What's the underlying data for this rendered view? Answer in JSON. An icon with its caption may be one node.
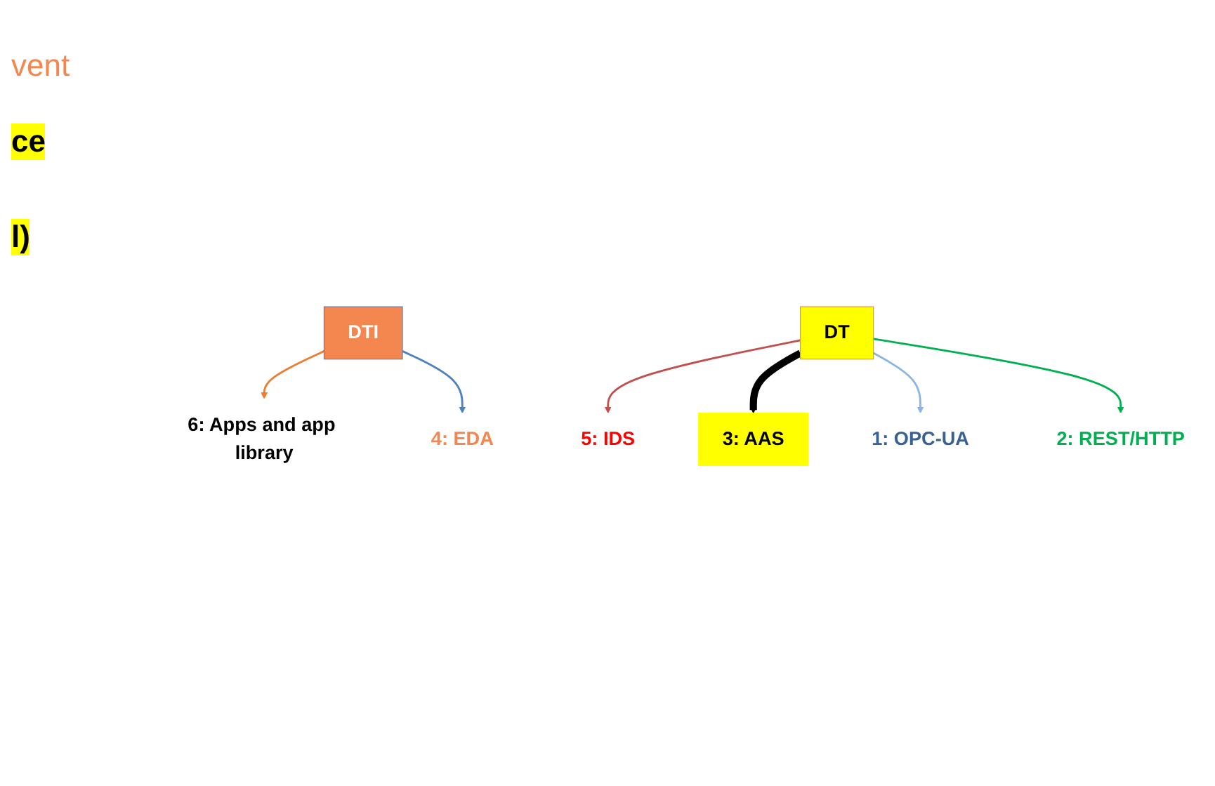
{
  "diagram": {
    "nodes": [
      {
        "text": [
          "6: Apps and app library"
        ]
      },
      {
        "text": [
          "4: EDA"
        ]
      },
      {
        "text": [
          "DTI"
        ]
      },
      {
        "text": [
          "5: IDS"
        ]
      },
      {
        "text": [
          "3: AAS"
        ]
      },
      {
        "text": [
          "DT"
        ]
      },
      {
        "text": [
          "1: OPC-UA"
        ]
      },
      {
        "text": [
          "2: REST/HTTP"
        ]
      }
    ],
    "edges": [
      {
        "from": 2,
        "to": 0,
        "arrow": "to",
        "color": "#ed7d31"
      },
      {
        "from": 2,
        "to": 1,
        "arrow": "to",
        "color": "#4f81bd"
      },
      {
        "from": 5,
        "to": 3,
        "arrow": "to",
        "color": "#c0504d"
      },
      {
        "from": 5,
        "to": 4,
        "arrow": "to",
        "style": "thick",
        "color": "#000000"
      },
      {
        "from": 5,
        "to": 6,
        "arrow": "to",
        "color": "#8db4e2"
      },
      {
        "from": 5,
        "to": 7,
        "arrow": "to",
        "color": "#00b050"
      }
    ],
    "labels": [
      "vent",
      "ce",
      "l)"
    ]
  }
}
